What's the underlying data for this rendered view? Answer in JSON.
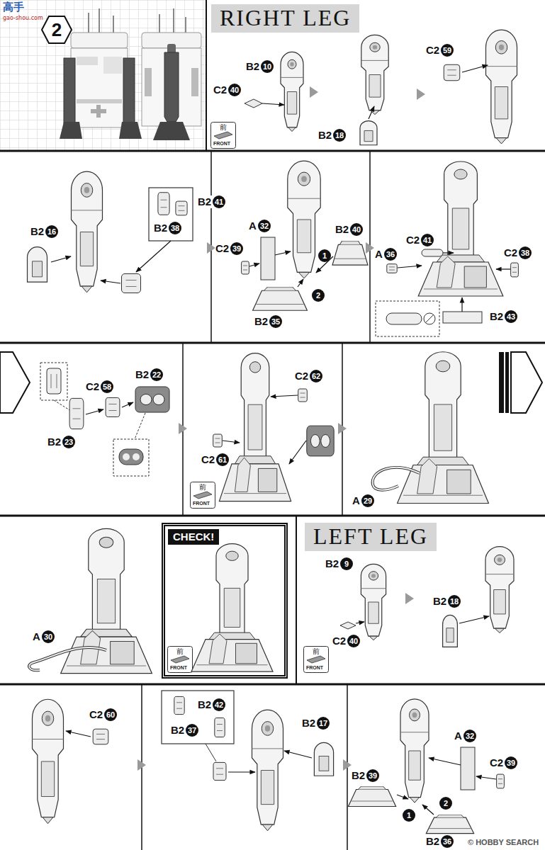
{
  "diagram": {
    "nodes": [
      {
        "text": [
          "2"
        ]
      },
      {
        "text": [
          "RIGHT LEG"
        ]
      },
      {
        "text": [
          "CHECK!"
        ]
      },
      {
        "text": [
          "LEFT LEG"
        ]
      }
    ],
    "labels": [
      "高手",
      "gao-shou.com",
      "B2",
      "10",
      "C2",
      "40",
      "前",
      "FRONT",
      "B2",
      "18",
      "C2",
      "59",
      "B2",
      "16",
      "B2",
      "41",
      "B2",
      "38",
      "A",
      "32",
      "C2",
      "39",
      "1",
      "B2",
      "40",
      "2",
      "B2",
      "35",
      "A",
      "36",
      "C2",
      "41",
      "C2",
      "38",
      "B2",
      "43",
      "C2",
      "58",
      "B2",
      "22",
      "B2",
      "23",
      "C2",
      "62",
      "C2",
      "61",
      "前",
      "FRONT",
      "A",
      "29",
      "A",
      "30",
      "前",
      "FRONT",
      "B2",
      "9",
      "C2",
      "40",
      "前",
      "FRONT",
      "B2",
      "18",
      "C2",
      "60",
      "B2",
      "42",
      "B2",
      "37",
      "B2",
      "17",
      "A",
      "32",
      "C2",
      "39",
      "B2",
      "39",
      "1",
      "2",
      "B2",
      "36",
      "© HOBBY SEARCH"
    ]
  }
}
